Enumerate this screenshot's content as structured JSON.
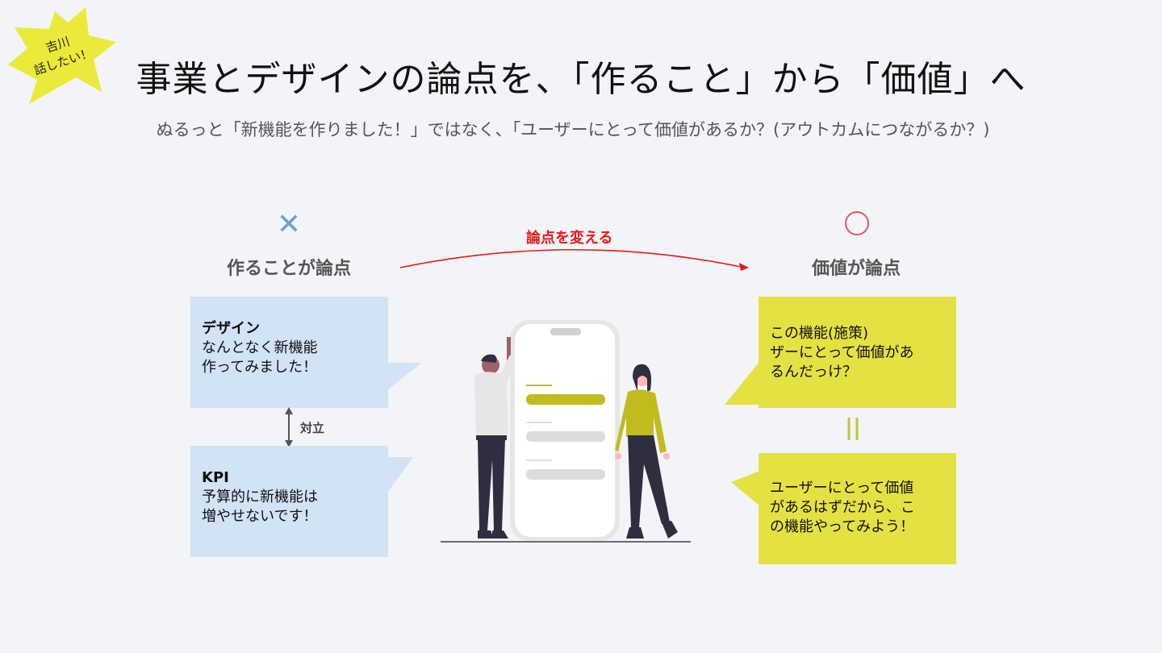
{
  "badge": {
    "line1": "吉川",
    "line2": "話したい！",
    "color": "#ebe93a"
  },
  "title": "事業とデザインの論点を、「作ること」から「価値」へ",
  "subtitle": "ぬるっと「新機能を作りました！」ではなく、「ユーザーにとって価値があるか？(アウトカムにつながるか？)",
  "left": {
    "mark": "✕",
    "heading": "作ることが論点",
    "box1": {
      "title": "デザイン",
      "line1": "なんとなく新機能",
      "line2": "作ってみました！"
    },
    "relation": "対立",
    "box2": {
      "title": "KPI",
      "line1": "予算的に新機能は",
      "line2": "増やせないです！"
    }
  },
  "arrow": {
    "label": "論点を変える",
    "color": "#e51919"
  },
  "right": {
    "mark": "◯",
    "heading": "価値が論点",
    "box1": {
      "line1": "この機能(施策)",
      "line2": "ザーにとって価値があ",
      "line3": "るんだっけ？"
    },
    "equals": "||",
    "box2": {
      "line1": "ユーザーにとって価値",
      "line2": "があるはずだから、こ",
      "line3": "の機能やってみよう！"
    }
  },
  "colors": {
    "blue_box": "#d1e3f5",
    "yellow_box": "#e4e143",
    "accent_red": "#e51919",
    "background": "#f2f4f8"
  },
  "icons": [
    "starburst-badge",
    "cross-icon",
    "circle-icon",
    "curved-arrow",
    "phone-illustration"
  ]
}
